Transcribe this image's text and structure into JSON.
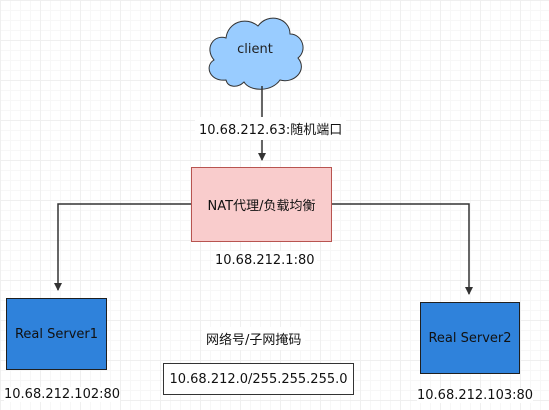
{
  "client": {
    "label": "client",
    "address": "10.68.212.63:随机端口"
  },
  "nat": {
    "label": "NAT代理/负载均衡",
    "address": "10.68.212.1:80"
  },
  "servers": [
    {
      "label": "Real Server1",
      "address": "10.68.212.102:80"
    },
    {
      "label": "Real Server2",
      "address": "10.68.212.103:80"
    }
  ],
  "network": {
    "title": "网络号/子网掩码",
    "value": "10.68.212.0/255.255.255.0"
  },
  "colors": {
    "cloud_fill": "#99ccff",
    "nat_fill": "#f9cccc",
    "server_fill": "#2f82db",
    "edge": "#333333"
  }
}
